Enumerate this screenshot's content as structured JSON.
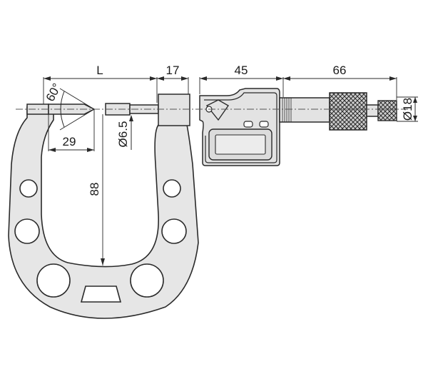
{
  "dimensions": {
    "length_L": "L",
    "spindle_offset": "17",
    "display_width": "45",
    "thimble_length": "66",
    "thimble_diameter": "Ø18",
    "cone_angle": "60°",
    "cone_length": "29",
    "anvil_diameter": "Ø6.5",
    "throat_depth": "88"
  },
  "colors": {
    "frame_fill": "#e6e6e6",
    "outline": "#2a2a2a",
    "display_fill": "#dcdcdc"
  },
  "icons": {
    "knurl": "knurled-thimble-icon",
    "buttons": "display-buttons"
  }
}
